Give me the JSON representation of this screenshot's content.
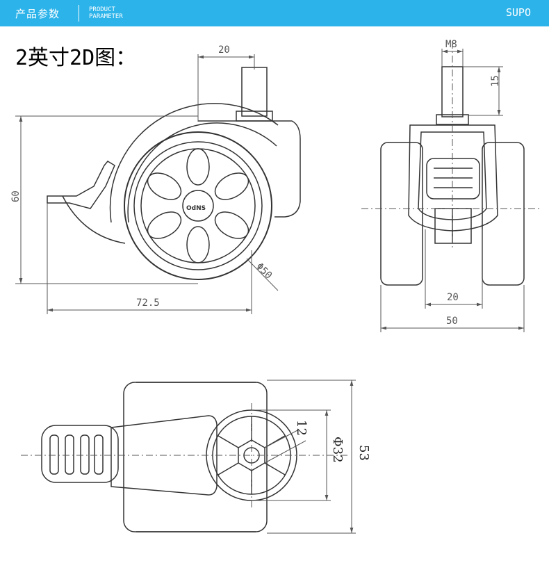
{
  "header": {
    "title_cn": "产品参数",
    "title_en_line1": "PRODUCT",
    "title_en_line2": "PARAMETER",
    "brand": "SUPO",
    "bar_color": "#2bb3ea"
  },
  "page": {
    "heading": "2英寸2D图："
  },
  "side_view": {
    "stem_width": "20",
    "height": "60",
    "length": "72.5",
    "wheel_diameter": "Φ50",
    "hub_logo": "OdNS"
  },
  "front_view": {
    "thread": "M8",
    "stem_length": "15",
    "inner_width": "20",
    "total_width": "50"
  },
  "top_view": {
    "hub_size": "12",
    "hub_diameter": "Φ32",
    "width": "53"
  }
}
